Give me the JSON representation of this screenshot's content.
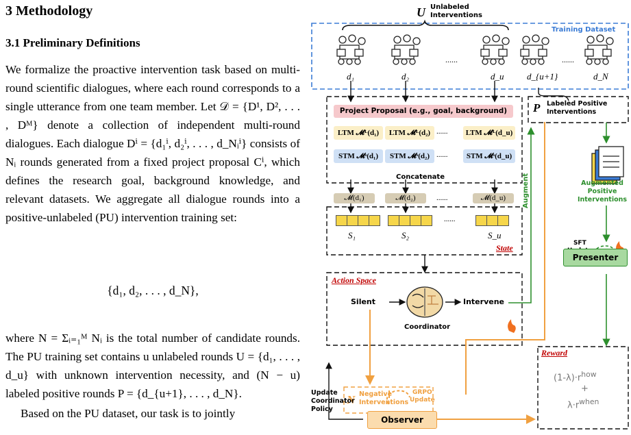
{
  "text": {
    "section": "3   Methodology",
    "subsection": "3.1   Preliminary Definitions",
    "para1": "We formalize the proactive intervention task based on multi-round scientific dialogues, where each round corresponds to a single utterance from one team member. Let 𝒟 = {D¹, D², . . . , Dᴹ} denote a collection of independent multi-round dialogues. Each dialogue Dⁱ = {d₁ⁱ, d₂ⁱ, . . . , d_Nᵢⁱ} consists of Nᵢ rounds generated from a fixed project proposal Cⁱ, which defines the research goal, background knowledge, and relevant datasets. We aggregate all dialogue rounds into a positive-unlabeled (PU) intervention training set:",
    "equation": "{d₁, d₂, . . . , d_N},",
    "para2": "where N = Σᵢ₌₁ᴹ Nᵢ is the total number of candidate rounds. The PU training set contains u unlabeled rounds U = {d₁, . . . , d_u} with unknown intervention necessity, and (N − u) labeled positive rounds P = {d_{u+1}, . . . , d_N}.",
    "para3": "Based on the PU dataset, our task is to jointly"
  },
  "figure": {
    "u_symbol": "U",
    "unlabeled_title": "Unlabeled\nInterventions",
    "training_dataset": "Training Dataset",
    "dialogues": [
      "d₁",
      "d₂",
      "d_u",
      "d_{u+1}",
      "d_N"
    ],
    "ellipsis": "......",
    "proposal": "Project Proposal (e.g., goal, background)",
    "ltm": [
      "LTM 𝓜ᴸ(d₁)",
      "LTM 𝓜ᴸ(d₂)",
      "LTM 𝓜ᴸ(d_u)"
    ],
    "stm": [
      "STM 𝓜ˢ(d₁)",
      "STM 𝓜ˢ(d₂)",
      "STM 𝓜ˢ(d_u)"
    ],
    "concatenate": "Concatenate",
    "memory": [
      "𝓜(d₁)",
      "𝓜(d₂)",
      "𝓜(d_u)"
    ],
    "states": [
      "S₁",
      "S₂",
      "S_u"
    ],
    "state_label": "State",
    "p_symbol": "P",
    "labeled_title": "Labeled Positive\nInterventions",
    "augment": "Augment",
    "augmented": "Augmented\nPositive\nInterventions",
    "sft": "SFT\nUpdate",
    "presenter": "Presenter",
    "action_space": "Action Space",
    "silent": "Silent",
    "intervene": "Intervene",
    "coordinator": "Coordinator",
    "n_symbol": "N",
    "negative": "Negative\nInterventions",
    "grpo": "GRPO\nUpdate",
    "observer": "Observer",
    "update_policy": "Update\nCoordinator\nPolicy",
    "reward_label": "Reward",
    "reward_how": "(1-λ)·r",
    "reward_how_sup": "how",
    "reward_plus": "+",
    "reward_when": "λ·r",
    "reward_when_sup": "when",
    "colors": {
      "blue": "#3a7bd5",
      "green": "#2d8f2d",
      "orange": "#f0a040",
      "red": "#c00000",
      "proposal_fill": "#f6c9cc",
      "ltm_fill": "#fbefc8",
      "stm_fill": "#cfe0f5",
      "memory_fill": "#d6ccb4",
      "state_fill": "#f6d64a",
      "presenter_fill": "#a8d9a0",
      "observer_fill": "#fbdcae"
    }
  }
}
